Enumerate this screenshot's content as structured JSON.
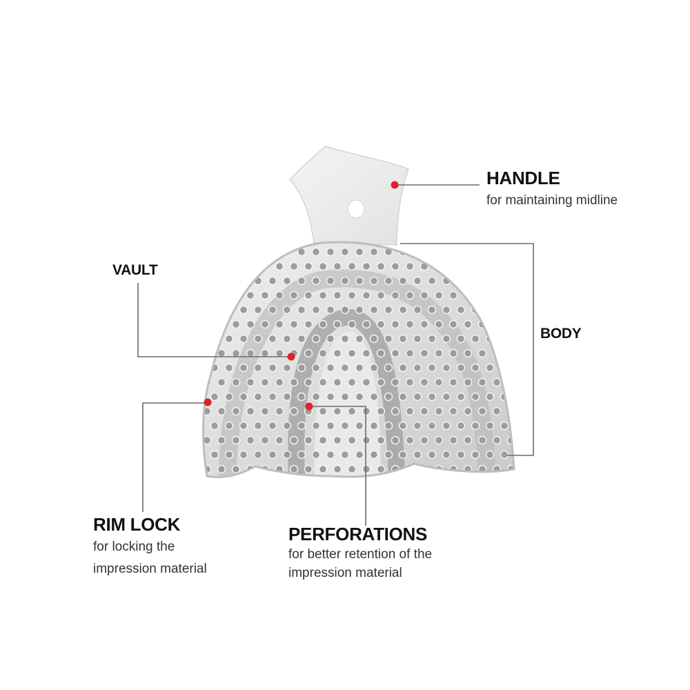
{
  "labels": {
    "handle": {
      "title": "HANDLE",
      "desc": "for maintaining midline"
    },
    "body": {
      "title": "BODY"
    },
    "vault": {
      "title": "VAULT"
    },
    "rim_lock": {
      "title": "RIM LOCK",
      "desc_lines": [
        "for locking the",
        "impression material"
      ]
    },
    "perforations": {
      "title": "PERFORATIONS",
      "desc_lines": [
        "for better retention of the",
        "impression material"
      ]
    }
  },
  "colors": {
    "marker": "#e0202a",
    "leader_line": "#6b6b6b",
    "tray_metal": "#d8d8d8"
  }
}
